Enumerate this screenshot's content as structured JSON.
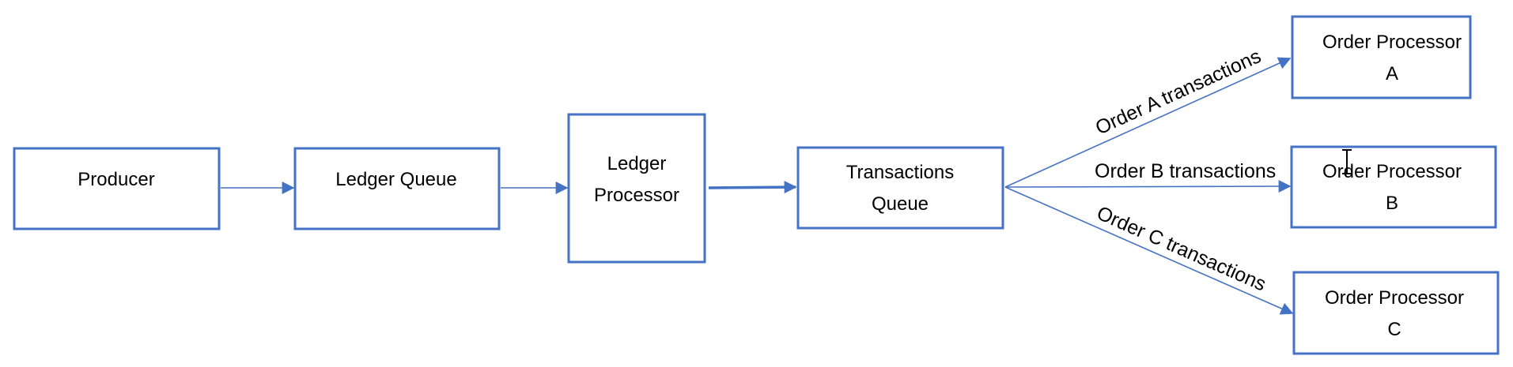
{
  "diagram": {
    "nodes": {
      "producer": "Producer",
      "ledger_queue": "Ledger Queue",
      "ledger_processor_line1": "Ledger",
      "ledger_processor_line2": "Processor",
      "transactions_queue_line1": "Transactions",
      "transactions_queue_line2": "Queue",
      "order_processor_a_line1": "Order Processor",
      "order_processor_a_line2": "A",
      "order_processor_b_line1": "Order Processor",
      "order_processor_b_line2": "B",
      "order_processor_c_line1": "Order Processor",
      "order_processor_c_line2": "C"
    },
    "edges": {
      "order_a": "Order A transactions",
      "order_b": "Order B transactions",
      "order_c": "Order C transactions"
    },
    "colors": {
      "stroke": "#4472c4",
      "text": "#000000",
      "background": "#ffffff"
    },
    "icons": {
      "cursor": "text-cursor-icon"
    }
  }
}
